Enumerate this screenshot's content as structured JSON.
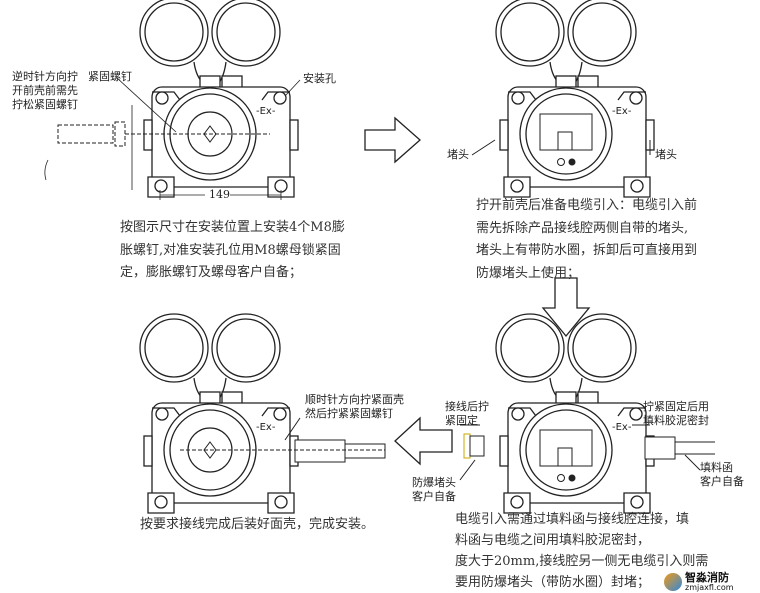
{
  "panel1": {
    "label_ccw": [
      "逆时针方向拧",
      "开前壳前需先",
      "拧松紧固螺钉"
    ],
    "label_screw": "紧固螺钉",
    "label_hole": "安装孔",
    "dimension": "149",
    "badge": "Ex",
    "caption": [
      "按图示尺寸在安装位置上安装4个M8膨",
      "胀螺钉,对准安装孔位用M8螺母锁紧固",
      "定，膨胀螺钉及螺母客户自备；"
    ]
  },
  "panel2": {
    "label_plug_left": "堵头",
    "label_plug_right": "堵头",
    "caption": [
      "拧开前壳后准备电缆引入：电缆引入前",
      "需先拆除产品接线腔两侧自带的堵头,",
      "堵头上有带防水圈，拆卸后可直接用到",
      "防爆堵头上使用；"
    ]
  },
  "panel3": {
    "label_cw": [
      "顺时针方向拧紧面壳",
      "然后拧紧紧固螺钉"
    ],
    "caption": "按要求接线完成后装好面壳，完成安装。"
  },
  "panel4": {
    "label_tighten": [
      "接线后拧",
      "紧固定"
    ],
    "label_plug": [
      "防爆堵头",
      "客户自备"
    ],
    "label_seal": [
      "拧紧固定后用",
      "填料胶泥密封"
    ],
    "label_gland": [
      "填料函",
      "客户自备"
    ],
    "caption": [
      "电缆引入需通过填料函与接线腔连接，填",
      "料函与电缆之间用填料胶泥密封，",
      "度大于20mm,接线腔另一侧无电缆引入则需",
      "要用防爆堵头（带防水圈）封堵；"
    ]
  },
  "watermark": {
    "name": "智淼消防",
    "site": "zmjaxfl.com"
  }
}
